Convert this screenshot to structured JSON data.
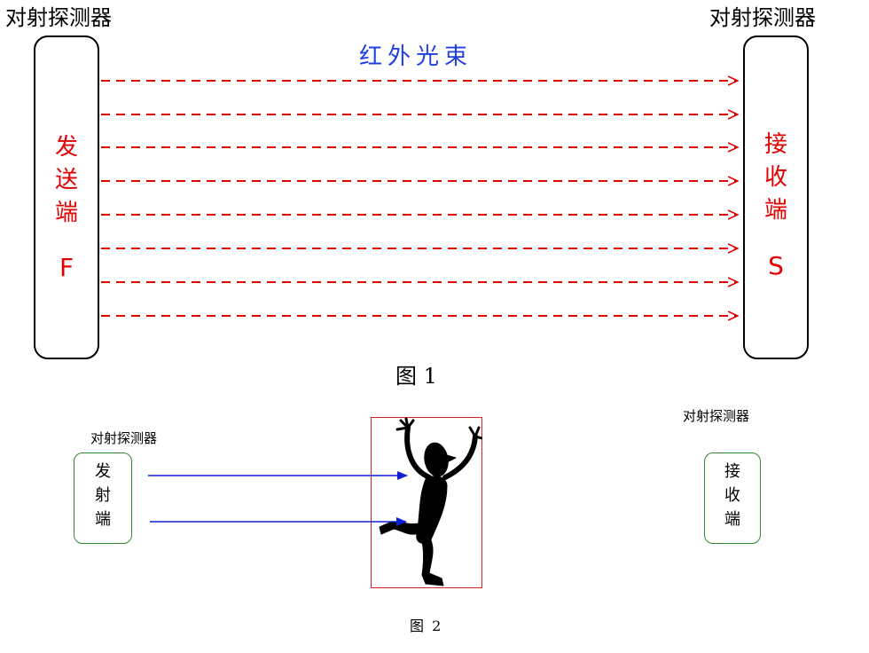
{
  "fig1": {
    "left_top_label": "对射探测器",
    "right_top_label": "对射探测器",
    "beam_label": "红外光束",
    "sender_text": [
      "发",
      "送",
      "端"
    ],
    "sender_letter": "F",
    "receiver_text": [
      "接",
      "收",
      "端"
    ],
    "receiver_letter": "S",
    "caption": "图 1"
  },
  "fig2": {
    "left_label": "对射探测器",
    "right_label": "对射探测器",
    "sender_text": [
      "发",
      "射",
      "端"
    ],
    "receiver_text": [
      "接",
      "收",
      "端"
    ],
    "caption": "图 2"
  },
  "colors": {
    "beam": "#e00000",
    "beam_label": "#2040e0",
    "fig2_arrow": "#1020d0",
    "fig2_box": "#2e8b2e",
    "person_frame": "#e02020"
  },
  "icons": {
    "person": "running-person-silhouette-icon"
  }
}
